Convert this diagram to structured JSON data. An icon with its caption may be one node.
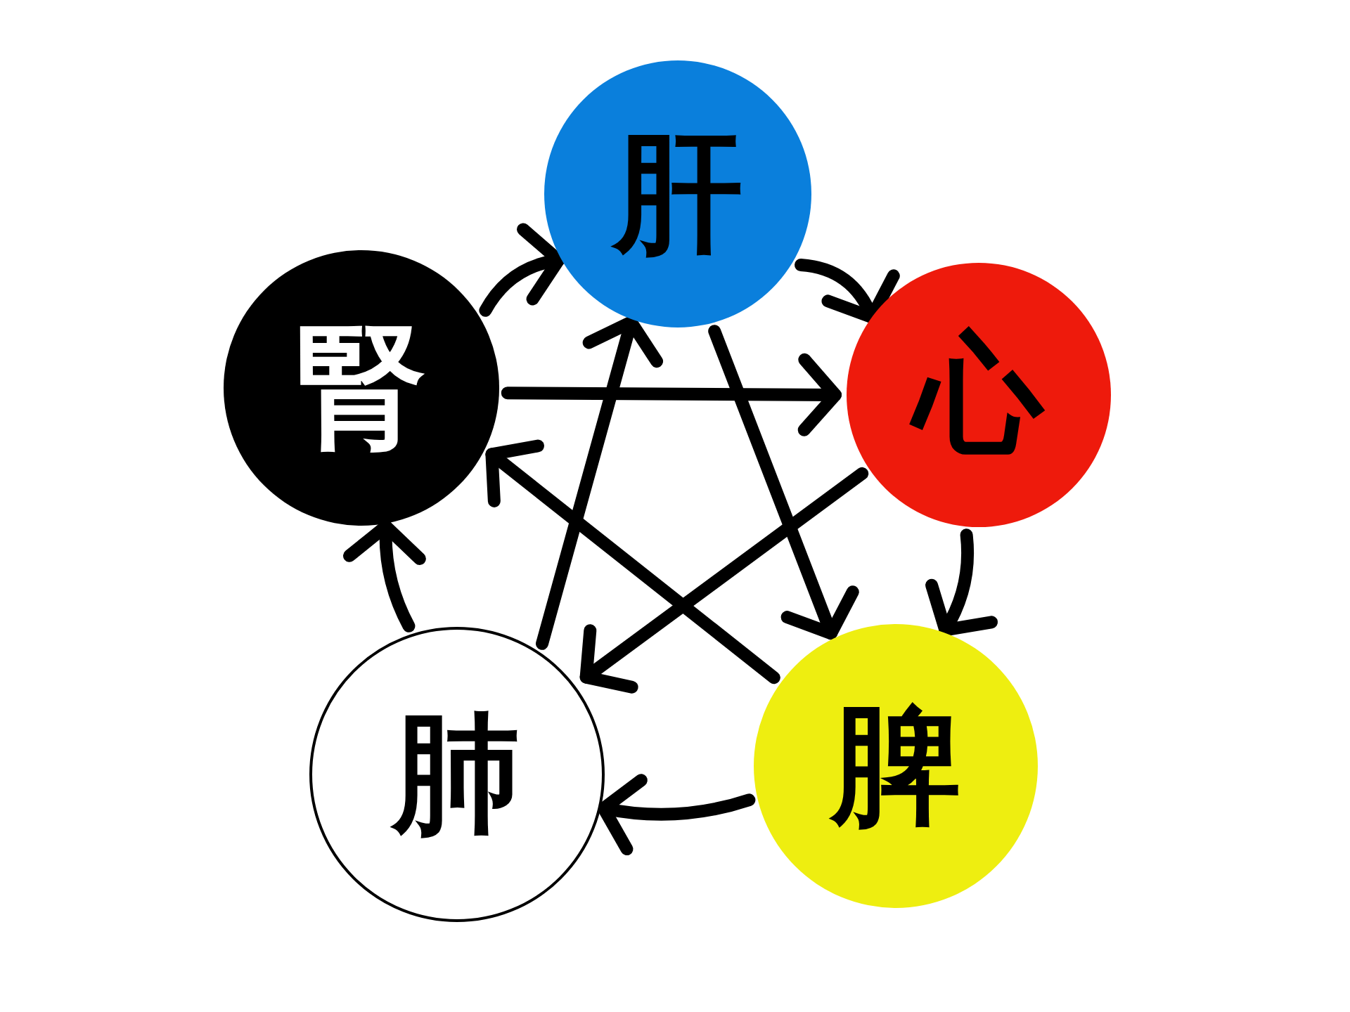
{
  "diagram": {
    "nodes": [
      {
        "text": [
          "肝"
        ]
      },
      {
        "text": [
          "腎"
        ]
      },
      {
        "text": [
          "心"
        ]
      },
      {
        "text": [
          "肺"
        ]
      },
      {
        "text": [
          "脾"
        ]
      }
    ],
    "edges": [
      {
        "from": 0,
        "to": 2,
        "arrow": "to"
      },
      {
        "from": 2,
        "to": 4,
        "arrow": "to"
      },
      {
        "from": 4,
        "to": 3,
        "arrow": "to"
      },
      {
        "from": 3,
        "to": 1,
        "arrow": "to"
      },
      {
        "from": 1,
        "to": 0,
        "arrow": "to"
      },
      {
        "from": 0,
        "to": 4,
        "arrow": "to"
      },
      {
        "from": 4,
        "to": 1,
        "arrow": "to"
      },
      {
        "from": 1,
        "to": 2,
        "arrow": "to"
      },
      {
        "from": 2,
        "to": 3,
        "arrow": "to"
      },
      {
        "from": 3,
        "to": 0,
        "arrow": "to"
      }
    ]
  }
}
